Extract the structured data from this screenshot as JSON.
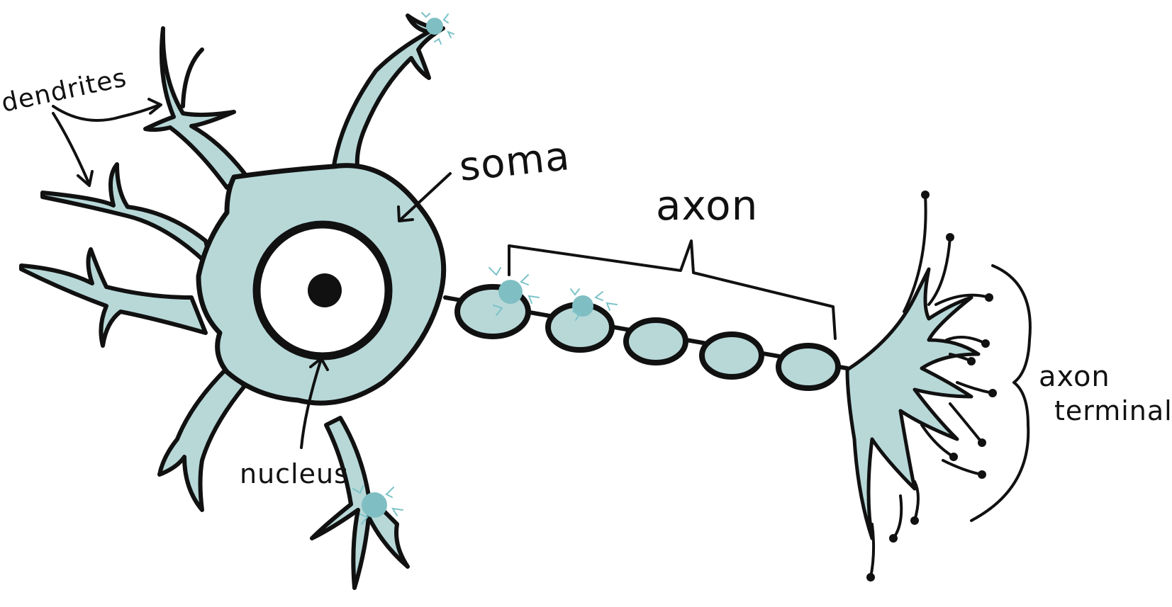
{
  "labels": {
    "dendrites": "dendrites",
    "soma": "soma",
    "axon": "axon",
    "nucleus": "nucleus",
    "axon_terminal_line1": "axon",
    "axon_terminal_line2": "terminal"
  },
  "colors": {
    "cell_fill": "#b8d8d8",
    "ink": "#111111",
    "signal": "#7fbfc4",
    "background": "#ffffff"
  }
}
